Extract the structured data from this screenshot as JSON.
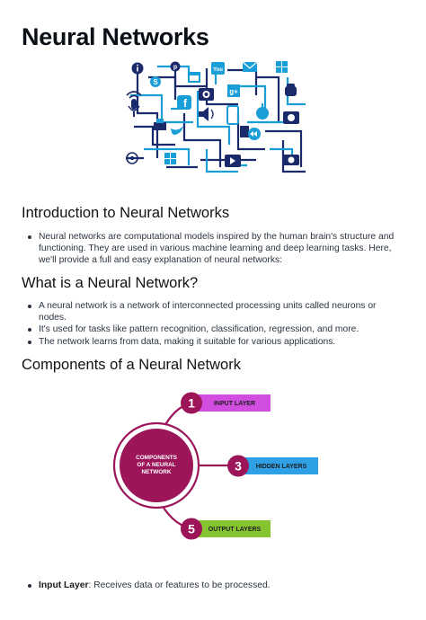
{
  "title": "Neural Networks",
  "colors": {
    "magenta": "#9c1559",
    "input_pill": "#d04de0",
    "hidden_pill": "#2ea0e6",
    "output_pill": "#86c531",
    "network_dark": "#1b2a6b",
    "network_light": "#1a9ed8"
  },
  "hero_icons": [
    "info-icon",
    "skype-icon",
    "pinterest-icon",
    "calendar-icon",
    "youtube-icon",
    "mail-icon",
    "windows-icon",
    "camera-icon",
    "google-plus-icon",
    "microphone-icon",
    "facebook-icon",
    "volume-icon",
    "phone-icon",
    "apple-icon",
    "android-icon",
    "wifi-icon",
    "twitter-icon",
    "play-icon",
    "rewind-icon",
    "signal-icon",
    "printer-icon",
    "calculator-icon"
  ],
  "intro": {
    "heading": "Introduction to Neural Networks",
    "bullets": [
      "Neural networks are computational models inspired by the human brain's structure and functioning. They are used in various machine learning and deep learning tasks. Here, we'll provide a full and easy explanation of neural networks:"
    ]
  },
  "what": {
    "heading": "What is a Neural Network?",
    "bullets": [
      "A neural network is a network of interconnected processing units called neurons or nodes.",
      "It's used for tasks like pattern recognition, classification, regression, and more.",
      "The network learns from data, making it suitable for various applications."
    ]
  },
  "components": {
    "heading": "Components of a Neural Network",
    "diagram": {
      "center_lines": [
        "COMPONENTS",
        "OF A NEURAL",
        "NETWORK"
      ],
      "items": [
        {
          "number": "1",
          "label": "INPUT LAYER"
        },
        {
          "number": "3",
          "label": "HIDDEN LAYERS"
        },
        {
          "number": "5",
          "label": "OUTPUT LAYERS"
        }
      ]
    }
  },
  "bottom_list": [
    {
      "term": "Input Layer",
      "desc": ": Receives data or features to be processed."
    }
  ]
}
